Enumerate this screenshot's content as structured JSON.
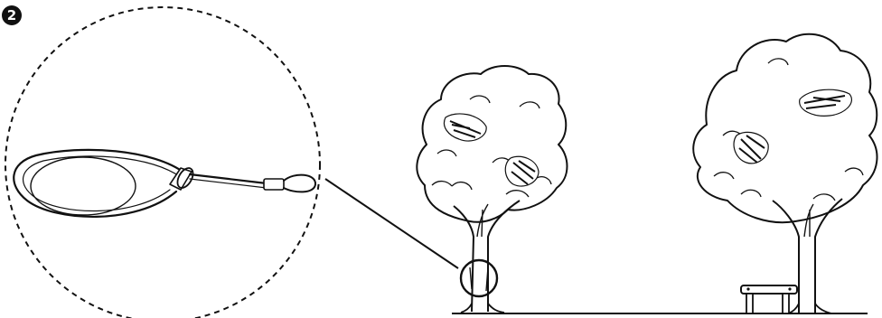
{
  "step": {
    "number": "2"
  },
  "colors": {
    "ink": "#111111",
    "paper": "#ffffff"
  },
  "icons": {
    "detail_view": "cable-loop-zoom",
    "left_tree": "tree-icon",
    "right_tree": "tree-icon",
    "bench": "bench-icon",
    "ground": "ground-line"
  }
}
